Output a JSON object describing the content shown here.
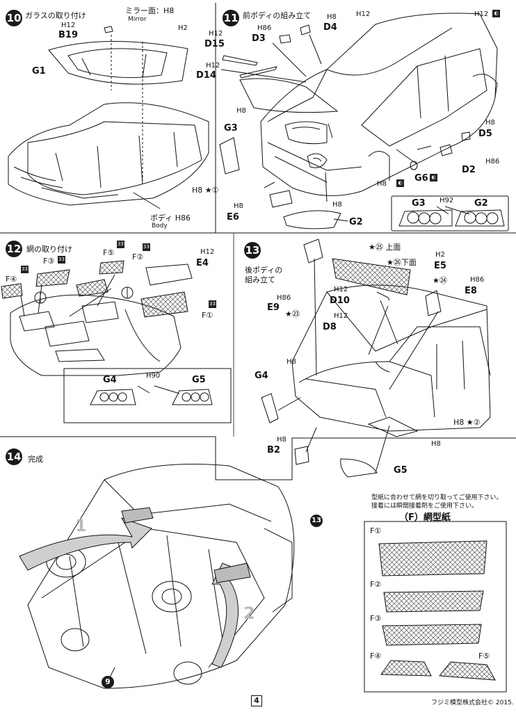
{
  "steps": [
    {
      "num": "10",
      "title": "ガラスの取り付け"
    },
    {
      "num": "11",
      "title": "前ボディの組み立て"
    },
    {
      "num": "12",
      "title": "網の取り付け"
    },
    {
      "num": "13",
      "title": "後ボディの\n組み立て"
    },
    {
      "num": "14",
      "title": "完成"
    }
  ],
  "step10": {
    "mirror_jp": "ミラー面：H8",
    "mirror_en": "Mirror",
    "b19_h": "H12",
    "b19": "B19",
    "h2": "H2",
    "g1": "G1",
    "body_jp": "ボディ H86",
    "body_en": "Body"
  },
  "step11": {
    "d15_h": "H12",
    "d15": "D15",
    "d3_h": "H86",
    "d3": "D3",
    "d4_h": "H8",
    "d4": "D4",
    "top_h": "H12",
    "top_h2": "H12",
    "d14_h": "H12",
    "d14": "D14",
    "g3_h": "H8",
    "g3": "G3",
    "star1": "H8 ★①",
    "e6_h": "H8",
    "e6": "E6",
    "h8_bottom": "H8",
    "g2": "G2",
    "d5_h": "H8",
    "d5": "D5",
    "d2_h": "H86",
    "d2": "D2",
    "g6_h": "H8",
    "g6": "G6",
    "inset_g3": "G3",
    "inset_h92": "H92",
    "inset_g2": "G2"
  },
  "step12": {
    "f5": "F⑤",
    "f3": "F③",
    "f2": "F②",
    "f4": "F④",
    "h12": "H12",
    "e4": "E4",
    "f1": "F①",
    "badge": "33",
    "inset_g4": "G4",
    "inset_h90": "H90",
    "inset_g5": "G5"
  },
  "step13": {
    "e9_h": "H86",
    "e9": "E9",
    "e9_star": "★㉓",
    "top_star": "★㉕ 上面",
    "mid_star": "★㉖下面",
    "e5_h": "H2",
    "e5": "E5",
    "e8_star": "★㉔",
    "e8_h": "H86",
    "e8": "E8",
    "d10_h": "H12",
    "d10": "D10",
    "d8_h": "H12",
    "d8": "D8",
    "g4_h": "H8",
    "g4": "G4",
    "rear_star": "H8 ★②",
    "h8_right": "H8",
    "b2_h": "H8",
    "b2": "B2",
    "g5": "G5"
  },
  "step14": {
    "arrow1": "1",
    "arrow2": "2",
    "circle13": "13",
    "circle9": "9"
  },
  "template": {
    "note1": "型紙に合わせて網を切り取ってご使用下さい。",
    "note2": "接着には瞬間接着剤をご使用下さい。",
    "title": "（F）網型紙",
    "f1": "F①",
    "f2": "F②",
    "f3": "F③",
    "f4": "F④",
    "f5": "F⑤"
  },
  "footer": {
    "page": "4",
    "credit": "フジミ模型株式会社© 2015. 2"
  }
}
